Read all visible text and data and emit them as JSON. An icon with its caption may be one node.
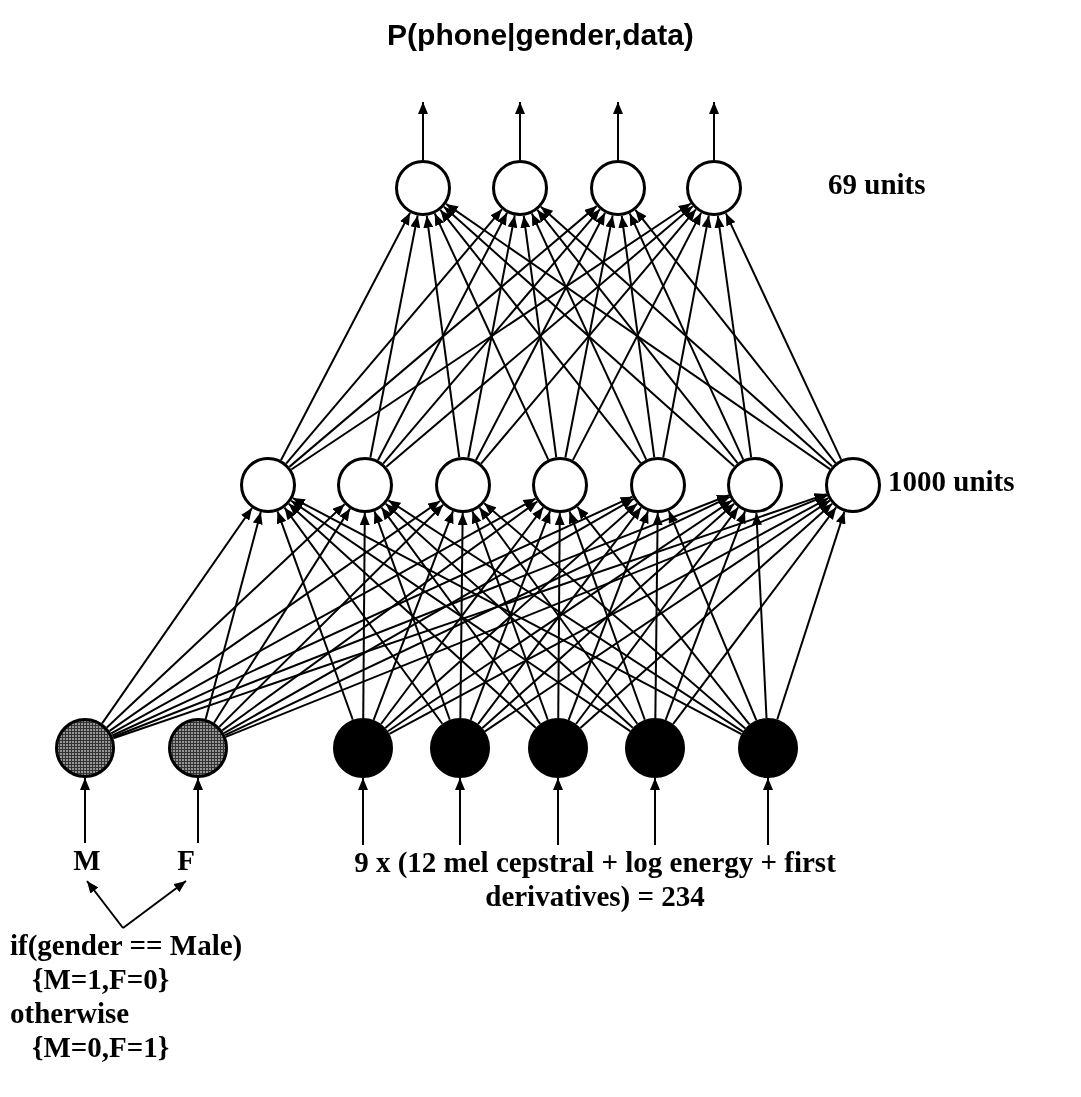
{
  "diagram": {
    "title": "P(phone|gender,data)",
    "nodes": [
      {
        "text": [],
        "shape": "circle"
      },
      {
        "text": [],
        "shape": "circle"
      },
      {
        "text": [],
        "shape": "circle"
      },
      {
        "text": [],
        "shape": "circle"
      },
      {
        "text": [],
        "shape": "circle"
      },
      {
        "text": [],
        "shape": "circle"
      },
      {
        "text": [],
        "shape": "circle"
      },
      {
        "text": [],
        "shape": "circle"
      },
      {
        "text": [],
        "shape": "circle"
      },
      {
        "text": [],
        "shape": "circle"
      },
      {
        "text": [],
        "shape": "circle"
      },
      {
        "text": [],
        "shape": "circle"
      },
      {
        "text": [],
        "shape": "circle"
      },
      {
        "text": [],
        "shape": "circle"
      },
      {
        "text": [],
        "shape": "circle"
      },
      {
        "text": [],
        "shape": "circle"
      },
      {
        "text": [],
        "shape": "circle"
      },
      {
        "text": [],
        "shape": "circle"
      },
      {
        "text": [
          "M"
        ]
      },
      {
        "text": [
          "F"
        ]
      },
      {
        "text": [
          "9 x (12 mel cepstral + log energy + first derivatives) = 234"
        ]
      },
      {
        "text": [
          "if(gender == Male)",
          "{M=1,F=0}",
          "otherwise",
          "{M=0,F=1}"
        ]
      }
    ],
    "edges": [
      {
        "from": 0,
        "to": null,
        "arrow": "to"
      },
      {
        "from": 1,
        "to": null,
        "arrow": "to"
      },
      {
        "from": 2,
        "to": null,
        "arrow": "to"
      },
      {
        "from": 3,
        "to": null,
        "arrow": "to"
      },
      {
        "from": 4,
        "to": 0,
        "arrow": "to"
      },
      {
        "from": 4,
        "to": 1,
        "arrow": "to"
      },
      {
        "from": 4,
        "to": 2,
        "arrow": "to"
      },
      {
        "from": 4,
        "to": 3,
        "arrow": "to"
      },
      {
        "from": 5,
        "to": 0,
        "arrow": "to"
      },
      {
        "from": 5,
        "to": 1,
        "arrow": "to"
      },
      {
        "from": 5,
        "to": 2,
        "arrow": "to"
      },
      {
        "from": 5,
        "to": 3,
        "arrow": "to"
      },
      {
        "from": 6,
        "to": 0,
        "arrow": "to"
      },
      {
        "from": 6,
        "to": 1,
        "arrow": "to"
      },
      {
        "from": 6,
        "to": 2,
        "arrow": "to"
      },
      {
        "from": 6,
        "to": 3,
        "arrow": "to"
      },
      {
        "from": 7,
        "to": 0,
        "arrow": "to"
      },
      {
        "from": 7,
        "to": 1,
        "arrow": "to"
      },
      {
        "from": 7,
        "to": 2,
        "arrow": "to"
      },
      {
        "from": 7,
        "to": 3,
        "arrow": "to"
      },
      {
        "from": 8,
        "to": 0,
        "arrow": "to"
      },
      {
        "from": 8,
        "to": 1,
        "arrow": "to"
      },
      {
        "from": 8,
        "to": 2,
        "arrow": "to"
      },
      {
        "from": 8,
        "to": 3,
        "arrow": "to"
      },
      {
        "from": 9,
        "to": 0,
        "arrow": "to"
      },
      {
        "from": 9,
        "to": 1,
        "arrow": "to"
      },
      {
        "from": 9,
        "to": 2,
        "arrow": "to"
      },
      {
        "from": 9,
        "to": 3,
        "arrow": "to"
      },
      {
        "from": 10,
        "to": 0,
        "arrow": "to"
      },
      {
        "from": 10,
        "to": 1,
        "arrow": "to"
      },
      {
        "from": 10,
        "to": 2,
        "arrow": "to"
      },
      {
        "from": 10,
        "to": 3,
        "arrow": "to"
      },
      {
        "from": 11,
        "to": 4,
        "arrow": "to"
      },
      {
        "from": 11,
        "to": 5,
        "arrow": "to"
      },
      {
        "from": 11,
        "to": 6,
        "arrow": "to"
      },
      {
        "from": 11,
        "to": 7,
        "arrow": "to"
      },
      {
        "from": 11,
        "to": 8,
        "arrow": "to"
      },
      {
        "from": 11,
        "to": 9,
        "arrow": "to"
      },
      {
        "from": 11,
        "to": 10,
        "arrow": "to"
      },
      {
        "from": 12,
        "to": 4,
        "arrow": "to"
      },
      {
        "from": 12,
        "to": 5,
        "arrow": "to"
      },
      {
        "from": 12,
        "to": 6,
        "arrow": "to"
      },
      {
        "from": 12,
        "to": 7,
        "arrow": "to"
      },
      {
        "from": 12,
        "to": 8,
        "arrow": "to"
      },
      {
        "from": 12,
        "to": 9,
        "arrow": "to"
      },
      {
        "from": 12,
        "to": 10,
        "arrow": "to"
      },
      {
        "from": 13,
        "to": 4,
        "arrow": "to"
      },
      {
        "from": 13,
        "to": 5,
        "arrow": "to"
      },
      {
        "from": 13,
        "to": 6,
        "arrow": "to"
      },
      {
        "from": 13,
        "to": 7,
        "arrow": "to"
      },
      {
        "from": 13,
        "to": 8,
        "arrow": "to"
      },
      {
        "from": 13,
        "to": 9,
        "arrow": "to"
      },
      {
        "from": 13,
        "to": 10,
        "arrow": "to"
      },
      {
        "from": 14,
        "to": 4,
        "arrow": "to"
      },
      {
        "from": 14,
        "to": 5,
        "arrow": "to"
      },
      {
        "from": 14,
        "to": 6,
        "arrow": "to"
      },
      {
        "from": 14,
        "to": 7,
        "arrow": "to"
      },
      {
        "from": 14,
        "to": 8,
        "arrow": "to"
      },
      {
        "from": 14,
        "to": 9,
        "arrow": "to"
      },
      {
        "from": 14,
        "to": 10,
        "arrow": "to"
      },
      {
        "from": 15,
        "to": 4,
        "arrow": "to"
      },
      {
        "from": 15,
        "to": 5,
        "arrow": "to"
      },
      {
        "from": 15,
        "to": 6,
        "arrow": "to"
      },
      {
        "from": 15,
        "to": 7,
        "arrow": "to"
      },
      {
        "from": 15,
        "to": 8,
        "arrow": "to"
      },
      {
        "from": 15,
        "to": 9,
        "arrow": "to"
      },
      {
        "from": 15,
        "to": 10,
        "arrow": "to"
      },
      {
        "from": 16,
        "to": 4,
        "arrow": "to"
      },
      {
        "from": 16,
        "to": 5,
        "arrow": "to"
      },
      {
        "from": 16,
        "to": 6,
        "arrow": "to"
      },
      {
        "from": 16,
        "to": 7,
        "arrow": "to"
      },
      {
        "from": 16,
        "to": 8,
        "arrow": "to"
      },
      {
        "from": 16,
        "to": 9,
        "arrow": "to"
      },
      {
        "from": 16,
        "to": 10,
        "arrow": "to"
      },
      {
        "from": 17,
        "to": 4,
        "arrow": "to"
      },
      {
        "from": 17,
        "to": 5,
        "arrow": "to"
      },
      {
        "from": 17,
        "to": 6,
        "arrow": "to"
      },
      {
        "from": 17,
        "to": 7,
        "arrow": "to"
      },
      {
        "from": 17,
        "to": 8,
        "arrow": "to"
      },
      {
        "from": 17,
        "to": 9,
        "arrow": "to"
      },
      {
        "from": 17,
        "to": 10,
        "arrow": "to"
      },
      {
        "from": 18,
        "to": 11,
        "arrow": "to"
      },
      {
        "from": 19,
        "to": 12,
        "arrow": "to"
      },
      {
        "from": 20,
        "to": 13,
        "arrow": "to"
      },
      {
        "from": 20,
        "to": 14,
        "arrow": "to"
      },
      {
        "from": 20,
        "to": 15,
        "arrow": "to"
      },
      {
        "from": 20,
        "to": 16,
        "arrow": "to"
      },
      {
        "from": 20,
        "to": 17,
        "arrow": "to"
      },
      {
        "from": 21,
        "to": 18,
        "arrow": "to"
      },
      {
        "from": 21,
        "to": 19,
        "arrow": "to"
      }
    ],
    "labels": [
      "69 units",
      "1000 units"
    ]
  }
}
